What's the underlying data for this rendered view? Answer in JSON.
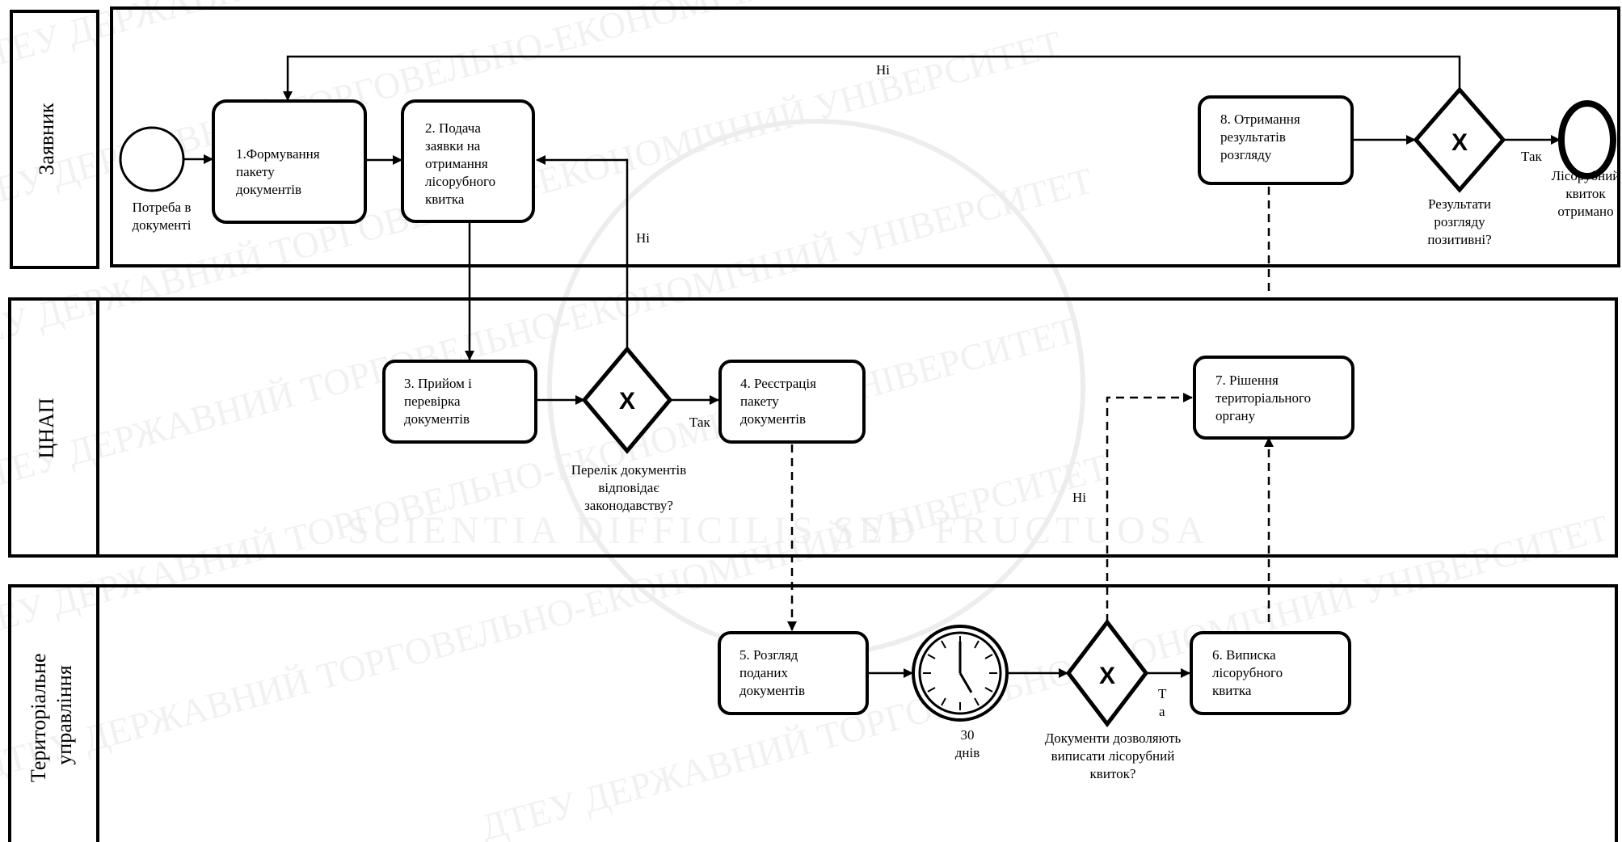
{
  "lanes": {
    "applicant": "Заявник",
    "cnap": "ЦНАП",
    "territorial": "Територіальне управління"
  },
  "watermark": {
    "motto": "SCIENTIA DIFFICILIS SED FRUCTUOSA",
    "pattern_text": "ДТЕУ ДЕРЖАВНИЙ ТОРГОВЕЛЬНО-ЕКОНОМІЧНИЙ УНІВЕРСИТЕТ"
  },
  "events": {
    "start_label": "Потреба в документі",
    "end_label": "Лісорубний квиток отримано"
  },
  "tasks": {
    "t1": "1.Формування пакету документів",
    "t2": "2. Подача заявки на отримання лісорубного квитка",
    "t3": "3. Прийом і перевірка документів",
    "t4": "4. Реєстрація пакету документів",
    "t5": "5. Розгляд поданих документів",
    "t6": "6. Виписка лісорубного квитка",
    "t7": "7. Рішення територіального органу",
    "t8": "8. Отримання результатів розгляду"
  },
  "gateways": {
    "marker": "X",
    "g1_question": "Перелік документів відповідає законодавству?",
    "g2_question": "Документи дозволяють виписати лісорубний квиток?",
    "g3_question": "Результати розгляду позитивні?"
  },
  "timer": {
    "label": "30 днів"
  },
  "flow_labels": {
    "yes": "Так",
    "no": "Ні",
    "yes_split_1": "Т",
    "yes_split_2": "а"
  },
  "colors": {
    "stroke": "#000000",
    "background": "#ffffff",
    "watermark": "#d6d6d6"
  }
}
